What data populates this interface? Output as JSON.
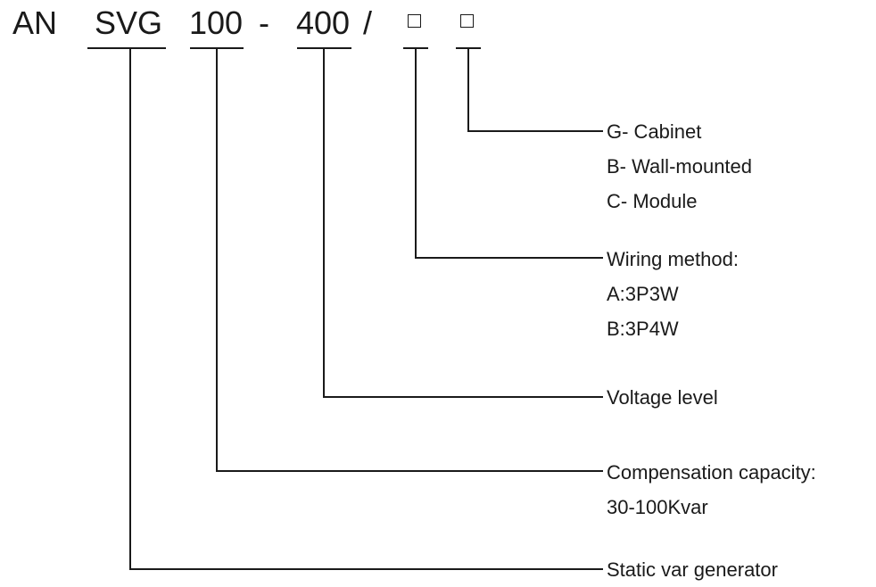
{
  "model_code": {
    "prefix": "AN",
    "series": "SVG",
    "capacity": "100",
    "dash": "-",
    "voltage": "400",
    "slash": "/"
  },
  "legends": {
    "type": [
      "G- Cabinet",
      "B- Wall-mounted",
      "C- Module"
    ],
    "wiring": [
      "Wiring method:",
      "A:3P3W",
      "B:3P4W"
    ],
    "voltage": [
      "Voltage level"
    ],
    "capacity": [
      "Compensation capacity:",
      "30-100Kvar"
    ],
    "series": [
      "Static var generator"
    ]
  },
  "line_color": "#1a1a1a"
}
